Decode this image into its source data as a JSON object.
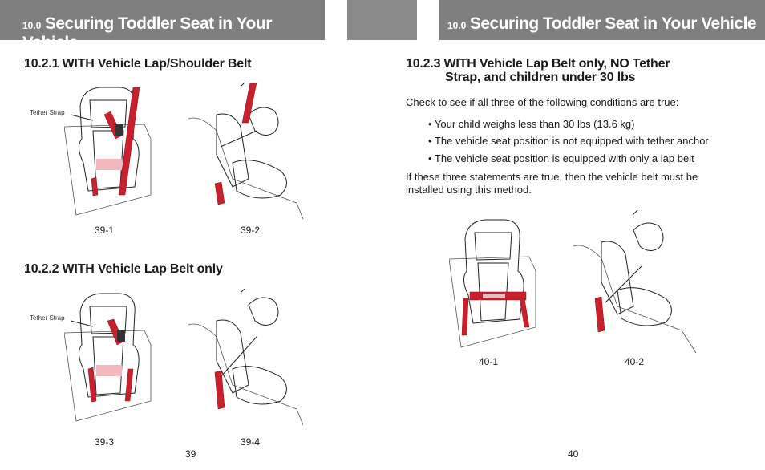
{
  "left": {
    "header": {
      "num": "10.0",
      "title": "Securing Toddler Seat in Your Vehicle"
    },
    "section1": {
      "heading": "10.2.1 WITH Vehicle Lap/Shoulder Belt",
      "tether_label": "Tether Strap",
      "fig_a": "39-1",
      "fig_b": "39-2"
    },
    "section2": {
      "heading": "10.2.2 WITH Vehicle Lap Belt only",
      "tether_label": "Tether Strap",
      "fig_a": "39-3",
      "fig_b": "39-4"
    },
    "page_number": "39"
  },
  "right": {
    "header": {
      "num": "10.0",
      "title": "Securing Toddler Seat in Your Vehicle"
    },
    "section3": {
      "heading_line1": "10.2.3 WITH Vehicle Lap Belt only, NO Tether",
      "heading_line2": "Strap, and children under 30 lbs",
      "intro": "Check to see if all three of the following conditions are true:",
      "bullets": [
        "• Your child weighs less than 30 lbs (13.6 kg)",
        "• The vehicle seat position is not equipped with tether anchor",
        "• The vehicle seat position is equipped with only a lap belt"
      ],
      "conclusion_line1": "If these three statements are true, then the vehicle belt must be",
      "conclusion_line2": "installed using this method.",
      "fig_a": "40-1",
      "fig_b": "40-2"
    },
    "page_number": "40"
  },
  "colors": {
    "header_bg": "#7f7f7f",
    "belt_red": "#c8202c"
  }
}
